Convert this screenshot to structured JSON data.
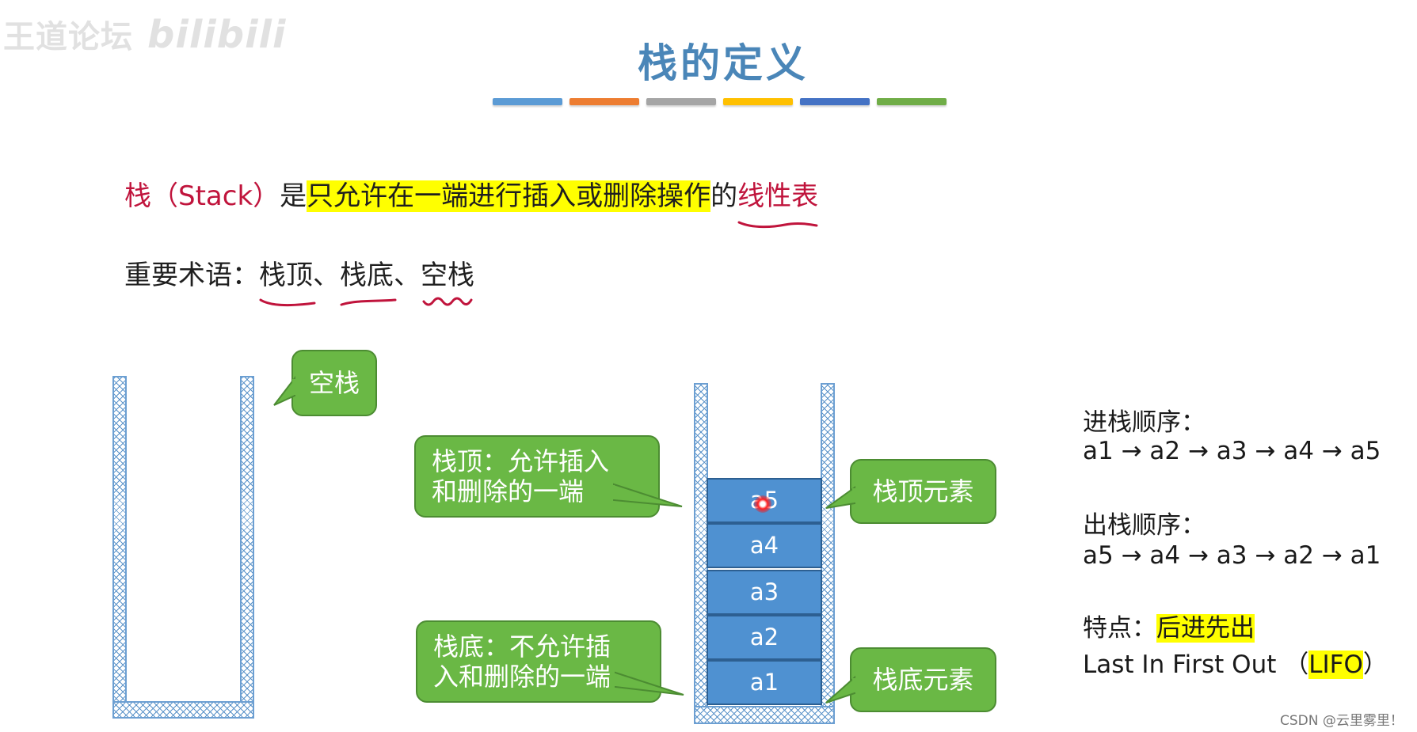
{
  "watermark": {
    "text": "王道论坛",
    "logo": "bilibili"
  },
  "title": "栈的定义",
  "color_bars": [
    "#5b9bd5",
    "#ed7d31",
    "#a5a5a5",
    "#ffc000",
    "#4472c4",
    "#70ad47"
  ],
  "definition": {
    "part1": "栈（Stack）",
    "part2": "是",
    "part3": "只允许在一端进行插入或删除操作",
    "part4": "的",
    "part5": "线性表"
  },
  "terms": {
    "prefix": "重要术语：",
    "term1": "栈顶",
    "sep1": "、",
    "term2": "栈底",
    "sep2": "、",
    "term3": "空栈"
  },
  "empty_stack_label": "空栈",
  "top_label": {
    "line1": "栈顶：允许插入",
    "line2": "和删除的一端"
  },
  "bottom_label": {
    "line1": "栈底：不允许插",
    "line2": "入和删除的一端"
  },
  "top_element_label": "栈顶元素",
  "bottom_element_label": "栈底元素",
  "stack_cells": [
    "a5",
    "a4",
    "a3",
    "a2",
    "a1"
  ],
  "push_order": {
    "label": "进栈顺序：",
    "sequence": "a1 → a2 → a3 → a4 → a5"
  },
  "pop_order": {
    "label": "出栈顺序：",
    "sequence": "a5 → a4 → a3 → a2 → a1"
  },
  "feature": {
    "label": "特点：",
    "value": "后进先出",
    "english_prefix": "Last In First Out （",
    "abbr": "LIFO",
    "english_suffix": "）"
  },
  "credit": "CSDN @云里雾里！"
}
